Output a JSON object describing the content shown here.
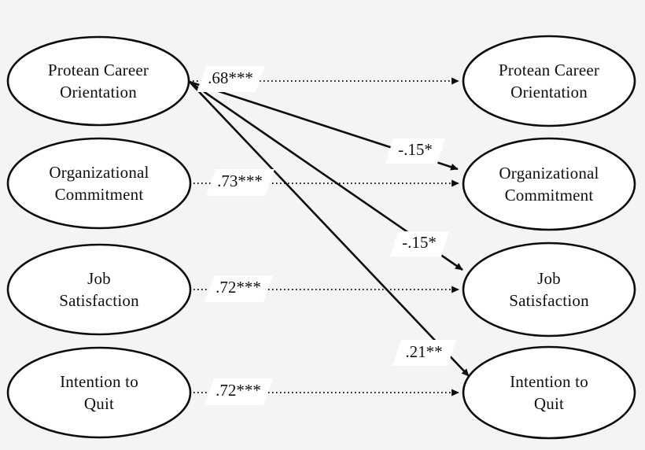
{
  "diagram": {
    "type": "path-diagram",
    "background_color": "#f4f4f4",
    "stroke_color": "#0d0d0d",
    "node_fill": "#ffffff",
    "left_column": {
      "nodes": [
        {
          "id": "left-protean-career-orientation",
          "line1": "Protean Career",
          "line2": "Orientation"
        },
        {
          "id": "left-organizational-commitment",
          "line1": "Organizational",
          "line2": "Commitment"
        },
        {
          "id": "left-job-satisfaction",
          "line1": "Job",
          "line2": "Satisfaction"
        },
        {
          "id": "left-intention-to-quit",
          "line1": "Intention to",
          "line2": "Quit"
        }
      ]
    },
    "right_column": {
      "nodes": [
        {
          "id": "right-protean-career-orientation",
          "line1": "Protean Career",
          "line2": "Orientation"
        },
        {
          "id": "right-organizational-commitment",
          "line1": "Organizational",
          "line2": "Commitment"
        },
        {
          "id": "right-job-satisfaction",
          "line1": "Job",
          "line2": "Satisfaction"
        },
        {
          "id": "right-intention-to-quit",
          "line1": "Intention to",
          "line2": "Quit"
        }
      ]
    },
    "paths": [
      {
        "id": "path-pco-stability",
        "from": "left-protean-career-orientation",
        "to": "right-protean-career-orientation",
        "style": "dotted",
        "coefficient": ".68***"
      },
      {
        "id": "path-oc-stability",
        "from": "left-organizational-commitment",
        "to": "right-organizational-commitment",
        "style": "dotted",
        "coefficient": ".73***"
      },
      {
        "id": "path-js-stability",
        "from": "left-job-satisfaction",
        "to": "right-job-satisfaction",
        "style": "dotted",
        "coefficient": ".72***"
      },
      {
        "id": "path-itq-stability",
        "from": "left-intention-to-quit",
        "to": "right-intention-to-quit",
        "style": "dotted",
        "coefficient": ".72***"
      },
      {
        "id": "path-pco-to-oc",
        "from": "left-protean-career-orientation",
        "to": "right-organizational-commitment",
        "style": "solid",
        "coefficient": "-.15*"
      },
      {
        "id": "path-pco-to-js",
        "from": "left-protean-career-orientation",
        "to": "right-job-satisfaction",
        "style": "solid",
        "coefficient": "-.15*"
      },
      {
        "id": "path-pco-to-itq",
        "from": "left-protean-career-orientation",
        "to": "right-intention-to-quit",
        "style": "solid",
        "coefficient": ".21**"
      }
    ]
  }
}
